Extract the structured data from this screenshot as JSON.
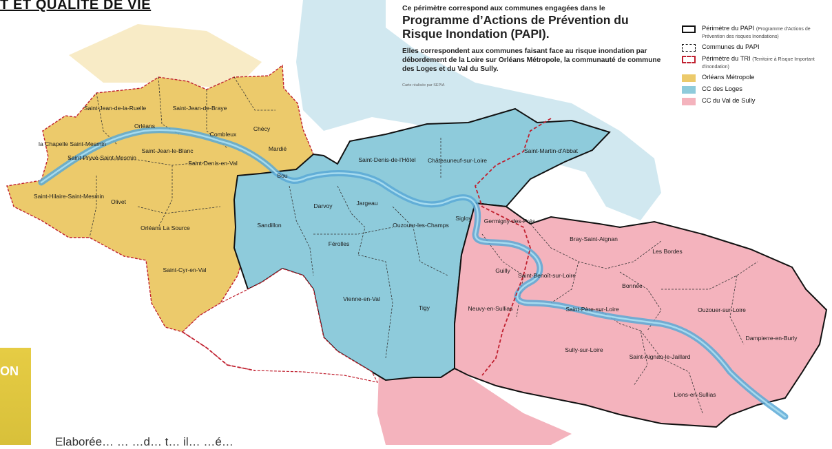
{
  "page": {
    "heading": "T ET QUALITE DE VIE",
    "side_badge": "ON",
    "bottom_text": "Elaborée… … …d… t… il… …é…"
  },
  "intro": {
    "line1": "Ce périmètre correspond aux communes engagées dans le",
    "title": "Programme d’Actions de Prévention du Risque Inondation (PAPI).",
    "description": "Elles correspondent aux communes faisant face au risque inondation par débordement de la Loire sur Orléans Métropole, la communauté de commune des Loges et du Val du Sully.",
    "credit": "Carte réalisée par SEPIA"
  },
  "legend": {
    "items": [
      {
        "label": "Périmètre du PAPI",
        "sub": "(Programme d'Actions de Prévention des risques Inondations)",
        "swatch": "papi"
      },
      {
        "label": "Communes du PAPI",
        "sub": "",
        "swatch": "communes"
      },
      {
        "label": "Périmètre du TRI",
        "sub": "(Territoire à Risque Important d'inondation)",
        "swatch": "tri"
      },
      {
        "label": "Orléans Métropole",
        "sub": "",
        "swatch": "metropole"
      },
      {
        "label": "CC des Loges",
        "sub": "",
        "swatch": "loges"
      },
      {
        "label": "CC du Val de Sully",
        "sub": "",
        "swatch": "sully"
      }
    ]
  },
  "colors": {
    "metropole": "#ecca6b",
    "loges": "#8ecbdb",
    "sully": "#f4b3bd",
    "background_water": "#cce6ee",
    "loire": "#5aa9d6",
    "tri_border": "#c0202f"
  },
  "communes": [
    {
      "name": "Saint-Jean-de-la-Ruelle"
    },
    {
      "name": "Orléans"
    },
    {
      "name": "Saint-Jean-de-Braye"
    },
    {
      "name": "Chécy"
    },
    {
      "name": "Combleux"
    },
    {
      "name": "la Chapelle Saint-Mesmin"
    },
    {
      "name": "Saint-Jean-le-Blanc"
    },
    {
      "name": "Mardié"
    },
    {
      "name": "Saint-Pryvé-Saint-Mesmin"
    },
    {
      "name": "Saint-Denis-en-Val"
    },
    {
      "name": "Bou"
    },
    {
      "name": "Saint-Hilaire-Saint-Mesmin"
    },
    {
      "name": "Olivet"
    },
    {
      "name": "Orléans La Source"
    },
    {
      "name": "Saint-Cyr-en-Val"
    },
    {
      "name": "Saint-Denis-de-l'Hôtel"
    },
    {
      "name": "Châteauneuf-sur-Loire"
    },
    {
      "name": "Saint-Martin-d'Abbat"
    },
    {
      "name": "Darvoy"
    },
    {
      "name": "Jargeau"
    },
    {
      "name": "Sandillon"
    },
    {
      "name": "Ouzouer-les-Champs"
    },
    {
      "name": "Sigloy"
    },
    {
      "name": "Férolles"
    },
    {
      "name": "Vienne-en-Val"
    },
    {
      "name": "Tigy"
    },
    {
      "name": "Germigny-des-Prés"
    },
    {
      "name": "Bray-Saint-Aignan"
    },
    {
      "name": "Les Bordes"
    },
    {
      "name": "Guilly"
    },
    {
      "name": "Saint-Benoît-sur-Loire"
    },
    {
      "name": "Bonnée"
    },
    {
      "name": "Saint-Père-sur-Loire"
    },
    {
      "name": "Ouzouer-sur-Loire"
    },
    {
      "name": "Neuvy-en-Sullias"
    },
    {
      "name": "Dampierre-en-Burly"
    },
    {
      "name": "Sully-sur-Loire"
    },
    {
      "name": "Saint-Aignan-le-Jaillard"
    },
    {
      "name": "Lions-en-Sullias"
    }
  ]
}
